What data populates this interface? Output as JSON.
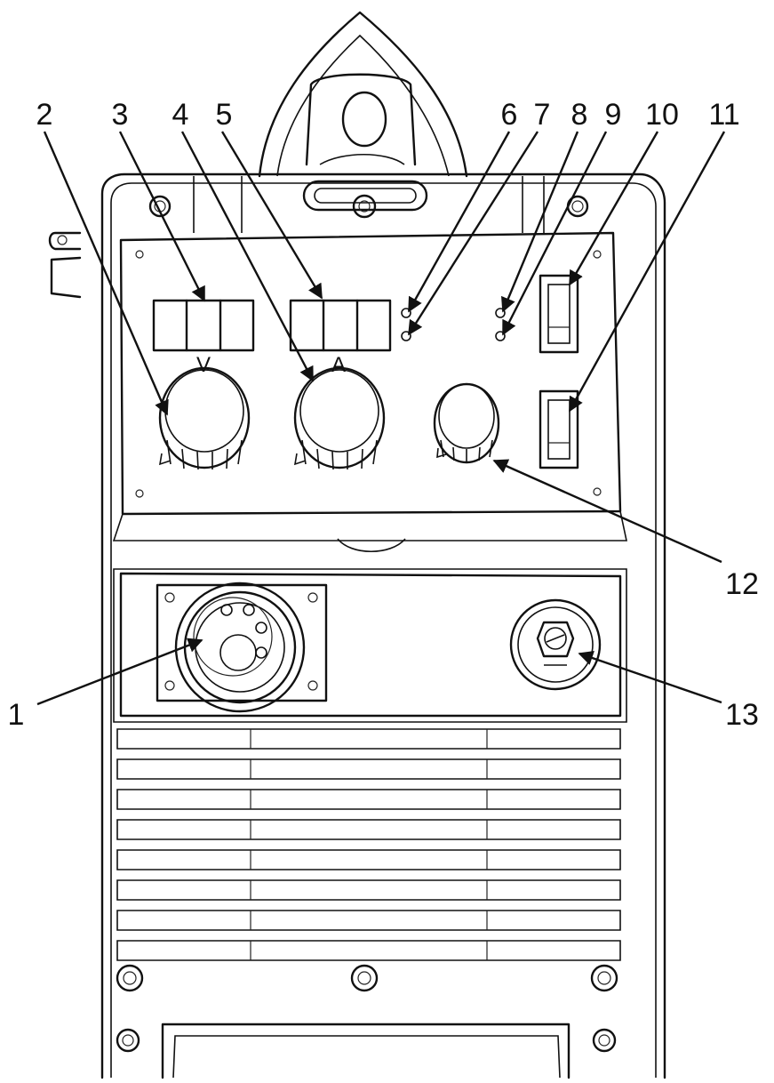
{
  "diagram": {
    "panel_labels": {
      "voltage_unit": "V",
      "current_unit": "A"
    },
    "callouts": [
      {
        "id": "1",
        "label": "1"
      },
      {
        "id": "2",
        "label": "2"
      },
      {
        "id": "3",
        "label": "3"
      },
      {
        "id": "4",
        "label": "4"
      },
      {
        "id": "5",
        "label": "5"
      },
      {
        "id": "6",
        "label": "6"
      },
      {
        "id": "7",
        "label": "7"
      },
      {
        "id": "8",
        "label": "8"
      },
      {
        "id": "9",
        "label": "9"
      },
      {
        "id": "10",
        "label": "10"
      },
      {
        "id": "11",
        "label": "11"
      },
      {
        "id": "12",
        "label": "12"
      },
      {
        "id": "13",
        "label": "13"
      }
    ]
  }
}
